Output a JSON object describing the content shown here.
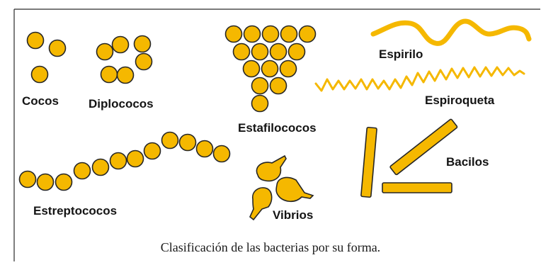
{
  "labels": {
    "cocos": "Cocos",
    "diplococos": "Diplococos",
    "estafilococos": "Estafilococos",
    "espirilo": "Espirilo",
    "espiroqueta": "Espiroqueta",
    "bacilos": "Bacilos",
    "estreptococos": "Estreptococos",
    "vibrios": "Vibrios"
  },
  "caption": "Clasificación de las bacterias por su forma.",
  "colors": {
    "cell_fill": "#f5b800",
    "cell_stroke": "#262626",
    "frame": "#2a2a2a"
  }
}
